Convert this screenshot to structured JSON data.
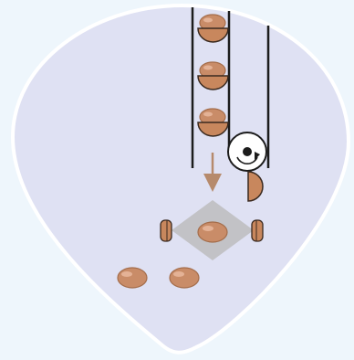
{
  "palette": {
    "page_background": "#eef6fc",
    "panel_fill": "#dfe1f3",
    "panel_outline": "#ffffff",
    "rail_color": "#1c1c1c",
    "potato_fill": "#c98c68",
    "potato_outline": "#a46d4b",
    "potato_highlight": "#e4b296",
    "cup_fill": "#c8875d",
    "cup_outline": "#3a2a20",
    "arrow_color": "#b68a6c",
    "pulley_fill": "#ffffff",
    "pulley_outline": "#1c1c1c",
    "diamond_fill": "#c2c2c6",
    "roller_fill": "#c8875d"
  },
  "diagram": {
    "kind": "potato conveyor and sorting machine illustration",
    "elevator_cups_with_potatoes": 3,
    "pulley_rotation": "clockwise",
    "drop_arrow": "downward",
    "potatoes_on_inspection_plate": 1,
    "side_rollers": 2,
    "potatoes_on_floor": 2
  }
}
